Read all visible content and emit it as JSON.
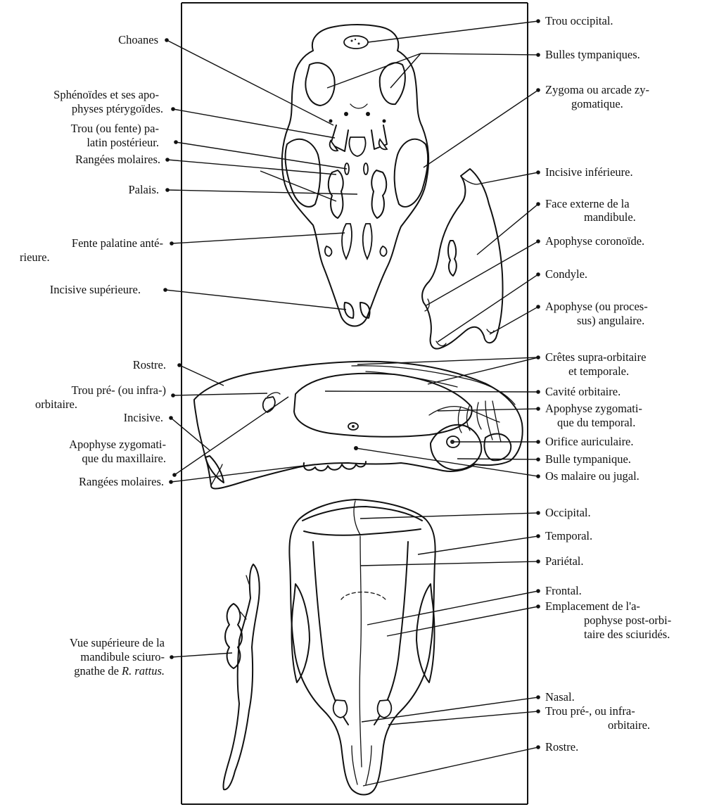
{
  "labels": {
    "trou_occipital": "Trou occipital.",
    "bulles_tympaniques": "Bulles tympaniques.",
    "zygoma_1": "Zygoma ou arcade zy-",
    "zygoma_2": "gomatique.",
    "incisive_inferieure": "Incisive inférieure.",
    "face_externe_1": "Face externe de la",
    "face_externe_2": "mandibule.",
    "apophyse_coronoide": "Apophyse coronoïde.",
    "condyle": "Condyle.",
    "apophyse_angulaire_1": "Apophyse (ou proces-",
    "apophyse_angulaire_2": "sus) angulaire.",
    "cretes_1": "Crêtes supra-orbitaire",
    "cretes_2": "et temporale.",
    "cavite_orbitaire": "Cavité orbitaire.",
    "apo_zyg_temporal_1": "Apophyse zygomati-",
    "apo_zyg_temporal_2": "que du temporal.",
    "orifice_auriculaire": "Orifice auriculaire.",
    "bulle_tympanique": "Bulle tympanique.",
    "os_malaire": "Os malaire ou jugal.",
    "occipital": "Occipital.",
    "temporal": "Temporal.",
    "parietal": "Pariétal.",
    "frontal": "Frontal.",
    "emplacement_1": "Emplacement de l'a-",
    "emplacement_2": "pophyse post-orbi-",
    "emplacement_3": "taire des sciuridés.",
    "nasal": "Nasal.",
    "trou_pre_dorsal_1": "Trou pré-, ou infra-",
    "trou_pre_dorsal_2": "orbitaire.",
    "rostre_dorsal": "Rostre.",
    "choanes": "Choanes",
    "sphenoides_1": "Sphénoïdes et ses apo-",
    "sphenoides_2": "physes ptérygoïdes.",
    "trou_palatin_1": "Trou (ou fente) pa-",
    "trou_palatin_2": "latin postérieur.",
    "rangees_molaires_ventral": "Rangées molaires.",
    "palais": "Palais.",
    "fente_palatine_1": "Fente palatine anté-",
    "fente_palatine_2": "rieure.",
    "incisive_superieure": "Incisive supérieure.",
    "rostre_lateral": "Rostre.",
    "trou_pre_lateral_1": "Trou pré- (ou infra-)",
    "trou_pre_lateral_2": "orbitaire.",
    "incisive": "Incisive.",
    "apo_zyg_maxillaire_1": "Apophyse zygomati-",
    "apo_zyg_maxillaire_2": "que du maxillaire.",
    "rangees_molaires_lateral": "Rangées molaires.",
    "vue_superieure_1": "Vue supérieure de la",
    "vue_superieure_2": "mandibule sciuro-",
    "vue_superieure_3_pre": "gnathe de ",
    "vue_superieure_3_species": "R. rattus."
  }
}
